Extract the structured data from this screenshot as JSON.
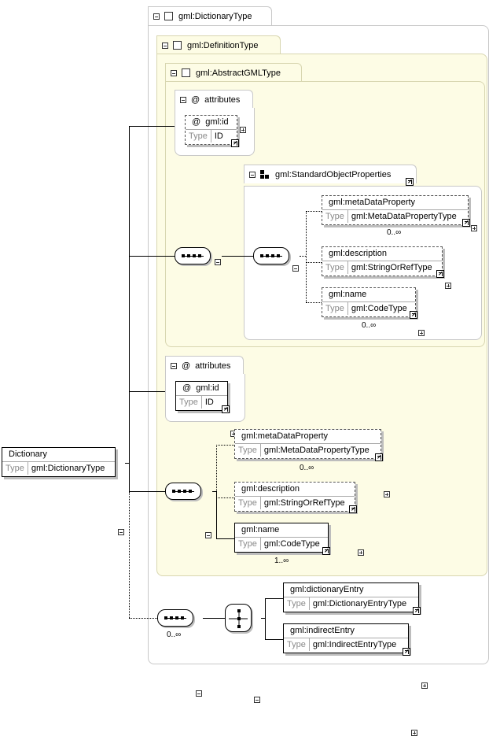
{
  "dictionary_type": {
    "label": "gml:DictionaryType"
  },
  "definition_type": {
    "label": "gml:DefinitionType"
  },
  "abstract_gml_type": {
    "label": "gml:AbstractGMLType"
  },
  "attributes_label": "attributes",
  "attr_symbol": "@",
  "type_label": "Type",
  "abstract_attr": {
    "name": "gml:id",
    "type": "ID"
  },
  "standard_object_properties": {
    "label": "gml:StandardObjectProperties",
    "elements": [
      {
        "name": "gml:metaDataProperty",
        "type": "gml:MetaDataPropertyType",
        "occurs": "0..∞"
      },
      {
        "name": "gml:description",
        "type": "gml:StringOrRefType"
      },
      {
        "name": "gml:name",
        "type": "gml:CodeType",
        "occurs": "0..∞"
      }
    ]
  },
  "definition_attr": {
    "name": "gml:id",
    "type": "ID"
  },
  "definition_elements": [
    {
      "name": "gml:metaDataProperty",
      "type": "gml:MetaDataPropertyType",
      "occurs": "0..∞"
    },
    {
      "name": "gml:description",
      "type": "gml:StringOrRefType"
    },
    {
      "name": "gml:name",
      "type": "gml:CodeType",
      "occurs": "1..∞"
    }
  ],
  "dictionary": {
    "name": "Dictionary",
    "type": "gml:DictionaryType"
  },
  "dictionary_sequence_occurs": "0..∞",
  "dictionary_choice": [
    {
      "name": "gml:dictionaryEntry",
      "type": "gml:DictionaryEntryType"
    },
    {
      "name": "gml:indirectEntry",
      "type": "gml:IndirectEntryType"
    }
  ]
}
